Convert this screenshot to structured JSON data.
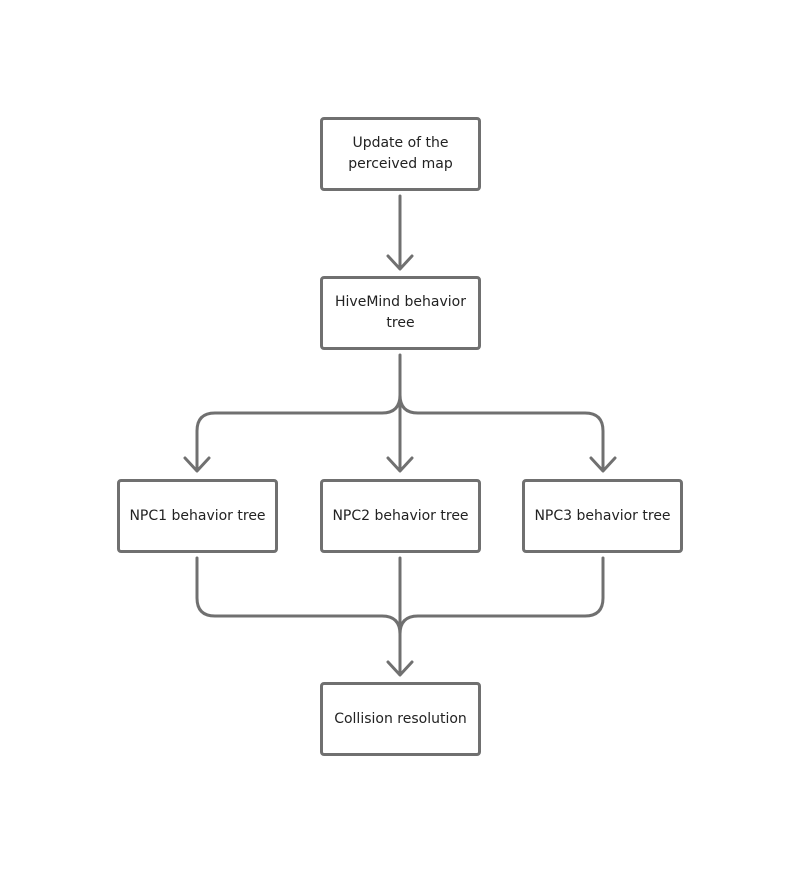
{
  "diagram": {
    "stroke_color": "#707070",
    "nodes": {
      "update": "Update of the perceived map",
      "hivemind": "HiveMind behavior tree",
      "npc1": "NPC1 behavior tree",
      "npc2": "NPC2 behavior tree",
      "npc3": "NPC3 behavior tree",
      "collision": "Collision resolution"
    },
    "edges": [
      {
        "from": "update",
        "to": "hivemind"
      },
      {
        "from": "hivemind",
        "to": "npc1"
      },
      {
        "from": "hivemind",
        "to": "npc2"
      },
      {
        "from": "hivemind",
        "to": "npc3"
      },
      {
        "from": "npc1",
        "to": "collision"
      },
      {
        "from": "npc2",
        "to": "collision"
      },
      {
        "from": "npc3",
        "to": "collision"
      }
    ]
  }
}
